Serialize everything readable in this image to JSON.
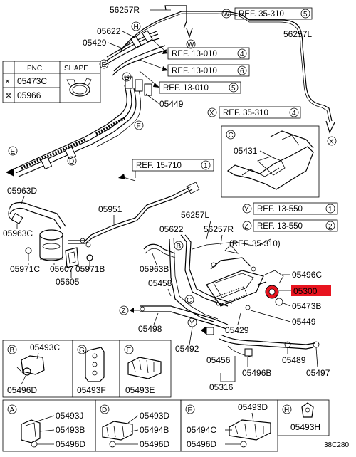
{
  "labels": {
    "p56257R_top": "56257R",
    "p05622_top": "05622",
    "p05429_top": "05429",
    "p05449_top": "05449",
    "p56257L_top": "56257L",
    "p05963D": "05963D",
    "p05951": "05951",
    "p05963C": "05963C",
    "p05971C": "05971C",
    "p05607": "05607",
    "p05605": "05605",
    "p05971B": "05971B",
    "p05963B": "05963B",
    "p05622_mid": "05622",
    "p56257L_mid": "56257L",
    "p56257R_mid": "56257R",
    "p05458": "05458",
    "p05498": "05498",
    "p05496C": "05496C",
    "p05300": "05300",
    "p05473B": "05473B",
    "p05449_mid": "05449",
    "p05429_mid": "05429",
    "p05492": "05492",
    "p05456": "05456",
    "p05496B": "05496B",
    "p05489": "05489",
    "p05497": "05497",
    "p05316": "05316",
    "p05431": "05431"
  },
  "refs": {
    "ref_13010_4": "REF. 13-010",
    "ref_13010_6": "REF. 13-010",
    "ref_13010_5": "REF. 13-010",
    "ref_35310_5": "REF. 35-310",
    "ref_35310_4": "REF. 35-310",
    "ref_15710_1": "REF. 15-710",
    "ref_13550_1": "REF. 13-550",
    "ref_13550_2": "REF. 13-550",
    "ref_35310_mid": "(REF. 35-310)"
  },
  "ref_nums": {
    "n4": "4",
    "n6": "6",
    "n5": "5",
    "n5b": "5",
    "n4b": "4",
    "n1": "1",
    "n1b": "1",
    "n2": "2"
  },
  "callouts": {
    "W": "W",
    "X": "X",
    "Y": "Y",
    "Z": "Z",
    "A": "A",
    "B": "B",
    "C": "C",
    "D": "D",
    "E": "E",
    "F": "F",
    "G": "G",
    "H": "H"
  },
  "pnc_table": {
    "header_pnc": "PNC",
    "header_shape": "SHAPE",
    "rows": [
      {
        "sym": "×",
        "pnc": "05473C"
      },
      {
        "sym": "⊗",
        "pnc": "05966"
      }
    ]
  },
  "inset_boxes": {
    "C": {
      "letter": "C",
      "parts": [
        "05431"
      ]
    },
    "B": {
      "letter": "B",
      "parts": [
        "05493C",
        "05496D"
      ]
    },
    "G": {
      "letter": "G",
      "parts": [
        "05493F"
      ]
    },
    "E": {
      "letter": "E",
      "parts": [
        "05493E"
      ]
    },
    "A": {
      "letter": "A",
      "parts": [
        "05493J",
        "05493B",
        "05496D"
      ]
    },
    "D": {
      "letter": "D",
      "parts": [
        "05493D",
        "05494B",
        "05496D"
      ]
    },
    "F": {
      "letter": "F",
      "parts": [
        "05493D",
        "05494C",
        "05496D"
      ]
    },
    "H": {
      "letter": "H",
      "parts": [
        "05493H"
      ]
    }
  },
  "diagram_code": "38C280"
}
